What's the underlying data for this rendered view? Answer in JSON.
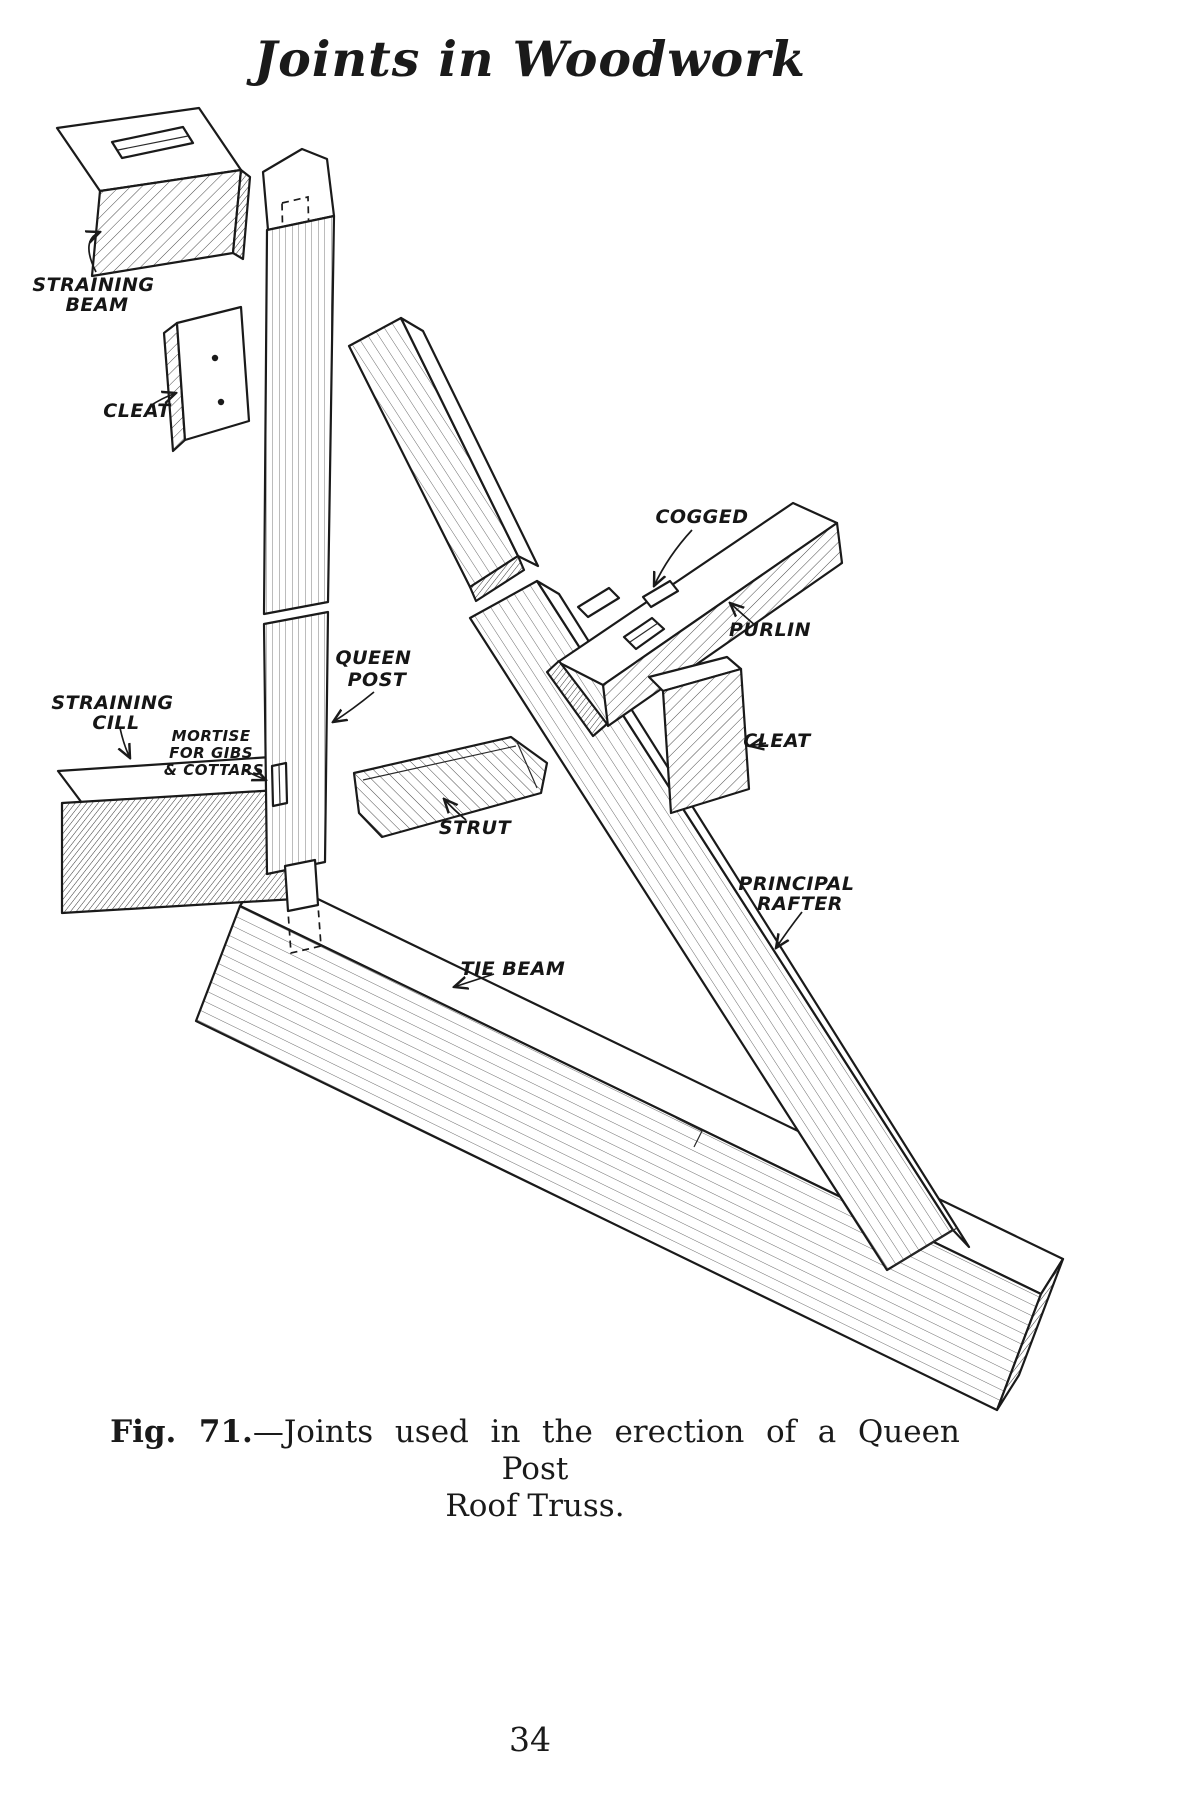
{
  "page": {
    "title": "Joints in Woodwork",
    "caption_fig": "Fig. 71.",
    "caption_line1_rest": "—Joints used in the erection of a Queen Post",
    "caption_line2": "Roof Truss.",
    "page_number": "34"
  },
  "figure": {
    "labels": {
      "straining_beam": [
        "STRAINING",
        "BEAM"
      ],
      "cleat_left": "CLEAT",
      "cogged": "COGGED",
      "purlin": "PURLIN",
      "queen_post": [
        "QUEEN",
        "POST"
      ],
      "straining_cill": [
        "STRAINING",
        "CILL"
      ],
      "mortise_note": [
        "MORTISE",
        "FOR GIBS",
        "& COTTARS"
      ],
      "cleat_right": "CLEAT",
      "strut": "STRUT",
      "principal_rafter": [
        "PRINCIPAL",
        "RAFTER"
      ],
      "tie_beam": "TIE BEAM"
    },
    "colors": {
      "ink": "#1a1a1a",
      "paper": "#ffffff"
    }
  }
}
